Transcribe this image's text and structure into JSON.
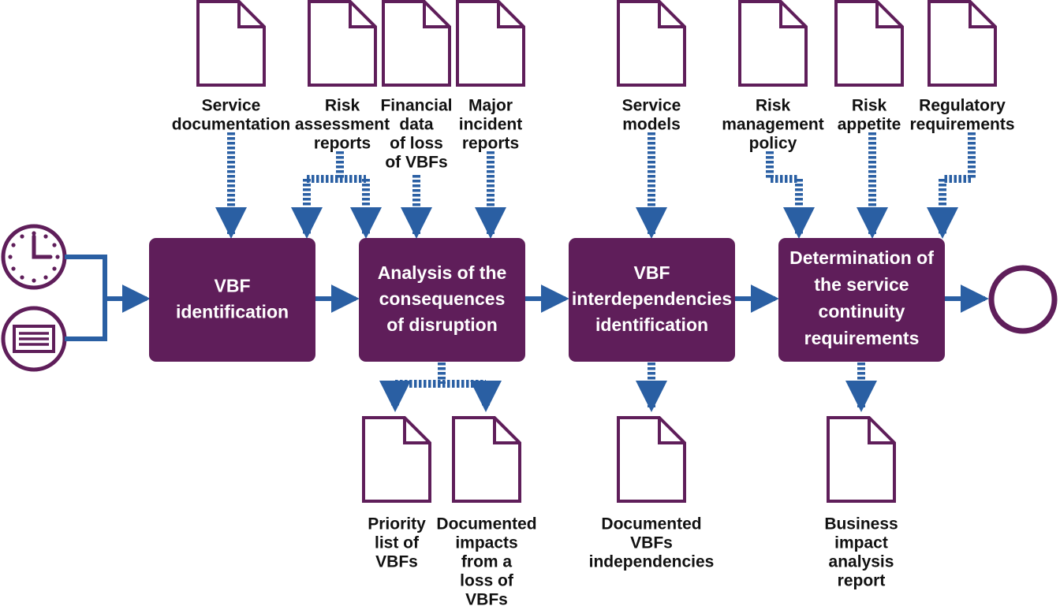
{
  "colors": {
    "purple": "#5f1e5a",
    "blue": "#2a5fa3",
    "text": "#111111",
    "box_text": "#ffffff",
    "background": "#ffffff"
  },
  "start_events": [
    {
      "name": "timer-event",
      "icon": "clock-icon"
    },
    {
      "name": "message-event",
      "icon": "message-icon"
    }
  ],
  "end_event": {
    "name": "end-event",
    "icon": "circle-icon"
  },
  "process_steps": [
    {
      "name": "step-vbf-identification",
      "label_lines": [
        "VBF",
        "identification"
      ]
    },
    {
      "name": "step-analysis-consequences",
      "label_lines": [
        "Analysis of the",
        "consequences",
        "of disruption"
      ]
    },
    {
      "name": "step-vbf-interdependencies",
      "label_lines": [
        "VBF",
        "interdependencies",
        "identification"
      ]
    },
    {
      "name": "step-service-continuity",
      "label_lines": [
        "Determination of",
        "the service",
        "continuity",
        "requirements"
      ]
    }
  ],
  "inputs": [
    {
      "name": "input-service-documentation",
      "label_lines": [
        "Service",
        "documentation"
      ]
    },
    {
      "name": "input-risk-assessment-reports",
      "label_lines": [
        "Risk",
        "assessment",
        "reports"
      ]
    },
    {
      "name": "input-financial-data",
      "label_lines": [
        "Financial",
        "data",
        "of loss",
        "of VBFs"
      ]
    },
    {
      "name": "input-major-incident-reports",
      "label_lines": [
        "Major",
        "incident",
        "reports"
      ]
    },
    {
      "name": "input-service-models",
      "label_lines": [
        "Service",
        "models"
      ]
    },
    {
      "name": "input-risk-management-policy",
      "label_lines": [
        "Risk",
        "management",
        "policy"
      ]
    },
    {
      "name": "input-risk-appetite",
      "label_lines": [
        "Risk",
        "appetite"
      ]
    },
    {
      "name": "input-regulatory-requirements",
      "label_lines": [
        "Regulatory",
        "requirements"
      ]
    }
  ],
  "outputs": [
    {
      "name": "output-priority-list",
      "label_lines": [
        "Priority",
        "list of",
        "VBFs"
      ]
    },
    {
      "name": "output-documented-impacts",
      "label_lines": [
        "Documented",
        "impacts",
        "from a",
        "loss of",
        "VBFs"
      ]
    },
    {
      "name": "output-documented-vbfs",
      "label_lines": [
        "Documented",
        "VBFs",
        "independencies"
      ]
    },
    {
      "name": "output-bia-report",
      "label_lines": [
        "Business",
        "impact",
        "analysis",
        "report"
      ]
    }
  ]
}
